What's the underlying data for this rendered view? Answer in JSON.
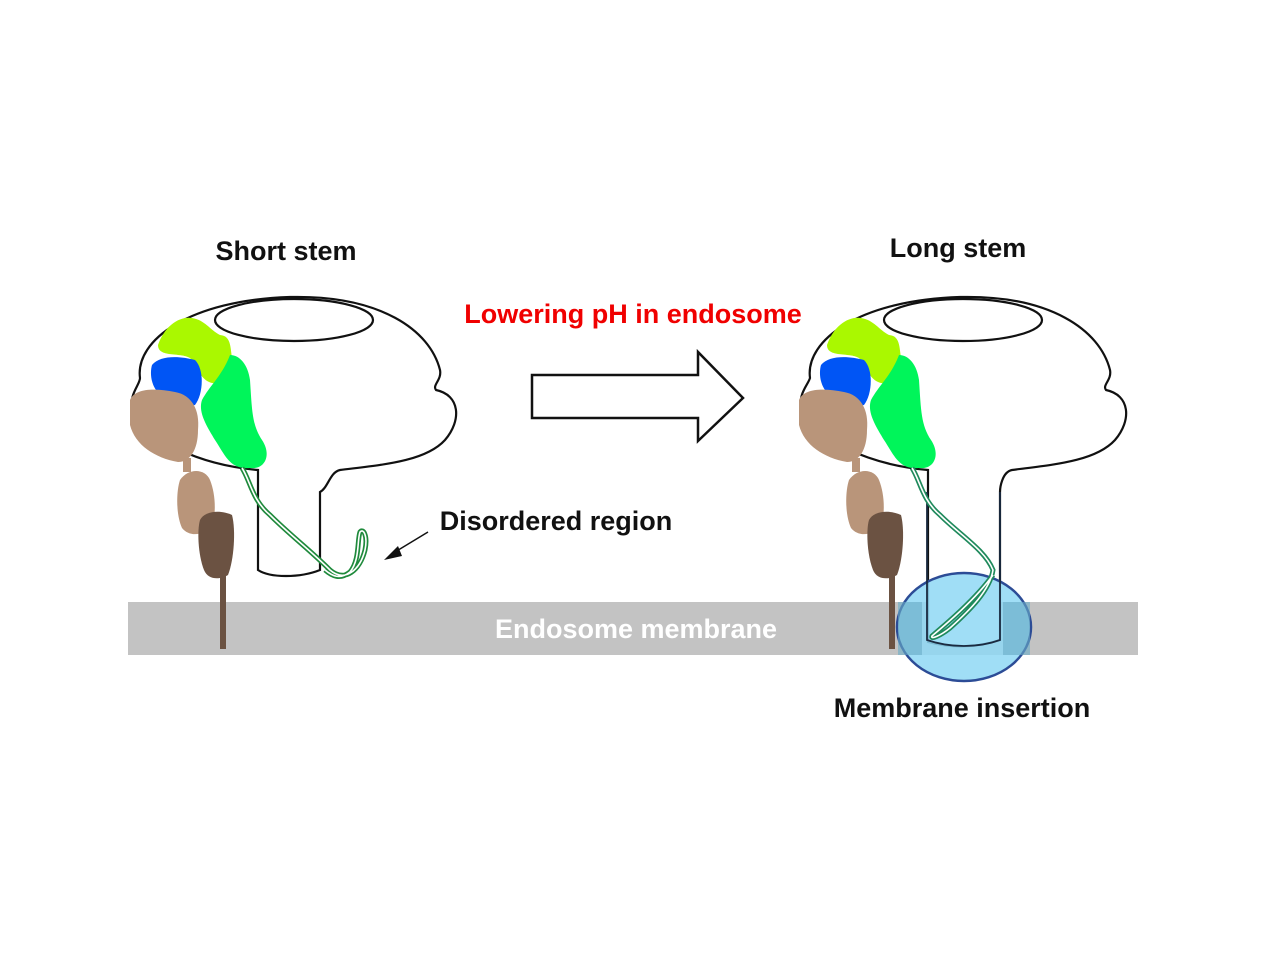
{
  "title_left": "Short stem",
  "title_right": "Long stem",
  "transition_label": "Lowering pH in endosome",
  "disordered_label": "Disordered region",
  "membrane_label": "Endosome membrane",
  "insertion_label": "Membrane insertion",
  "colors": {
    "domain_yellow_green": "#aaf800",
    "domain_blue": "#0055f5",
    "domain_green": "#00f55a",
    "domain_tan": "#b9957a",
    "domain_dark_brown": "#6b5242",
    "loop_green": "#1f8a3c",
    "membrane_gray": "#c3c3c3",
    "insertion_blue": "#8fd8f5",
    "insertion_outline": "#2c4c96",
    "transition_red": "#f00000"
  }
}
